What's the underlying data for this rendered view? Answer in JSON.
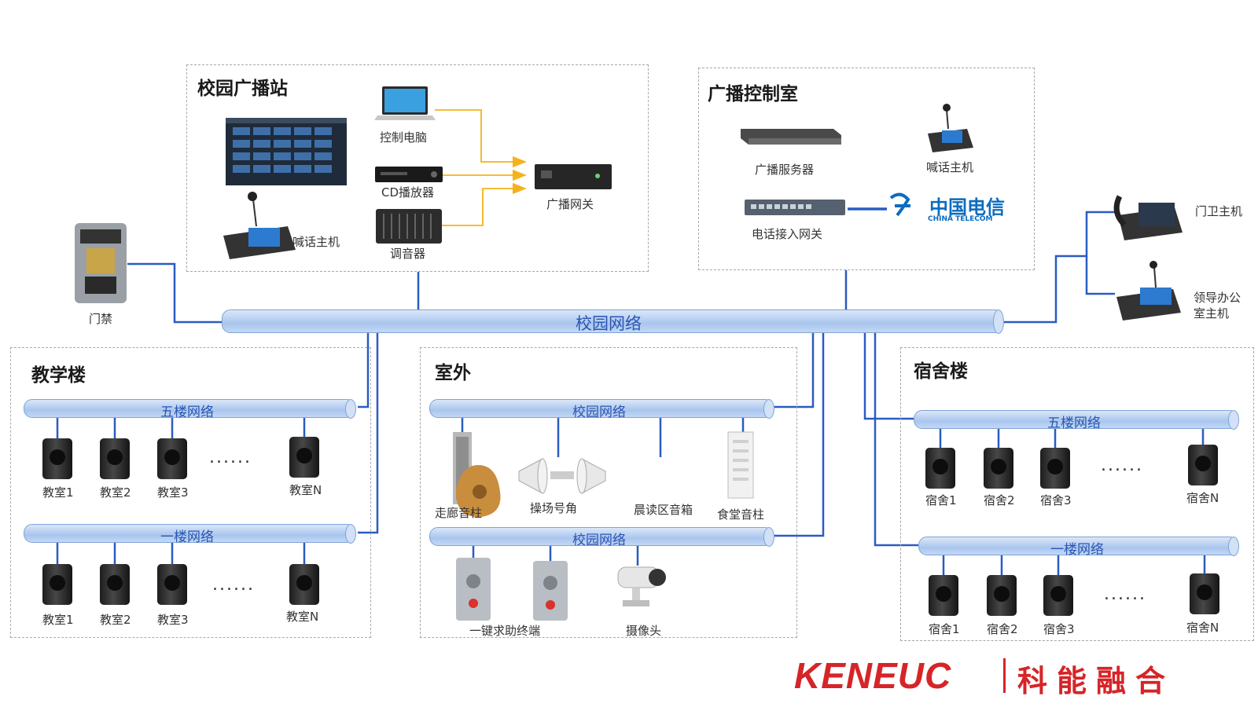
{
  "campus_network": {
    "label": "校园网络"
  },
  "broadcast_station": {
    "title": "校园广播站",
    "control_pc": "控制电脑",
    "cd_player": "CD播放器",
    "mixer": "调音器",
    "broadcast_gateway": "广播网关",
    "intercom_host": "喊话主机"
  },
  "control_room": {
    "title": "广播控制室",
    "broadcast_server": "广播服务器",
    "intercom_host": "喊话主机",
    "phone_gateway": "电话接入网关",
    "telecom_logo_cn": "中国电信",
    "telecom_logo_en": "CHINA TELECOM"
  },
  "access_control": {
    "label": "门禁"
  },
  "guard_host": {
    "label": "门卫主机"
  },
  "leader_host": {
    "line1": "领导办公",
    "line2": "室主机"
  },
  "teaching_building": {
    "title": "教学楼",
    "floor5_bus": "五楼网络",
    "floor1_bus": "一楼网络",
    "rooms": [
      "教室1",
      "教室2",
      "教室3",
      "教室N"
    ],
    "ellipsis": "......"
  },
  "outdoor": {
    "title": "室外",
    "bus_top": "校园网络",
    "bus_bottom": "校园网络",
    "corridor_column": "走廊音柱",
    "playground_horn": "操场号角",
    "morning_reading": "晨读区音箱",
    "canteen_column": "食堂音柱",
    "sos_terminal": "一键求助终端",
    "camera": "摄像头"
  },
  "dormitory": {
    "title": "宿舍楼",
    "floor5_bus": "五楼网络",
    "floor1_bus": "一楼网络",
    "rooms": [
      "宿舍1",
      "宿舍2",
      "宿舍3",
      "宿舍N"
    ],
    "ellipsis": "......"
  },
  "brand": {
    "logo": "KENEUC",
    "name": "科能融合"
  },
  "colors": {
    "wire": "#2a5cc0",
    "arrow": "#f5b21a",
    "bus": "#a9c5ee",
    "brand": "#d62428"
  }
}
